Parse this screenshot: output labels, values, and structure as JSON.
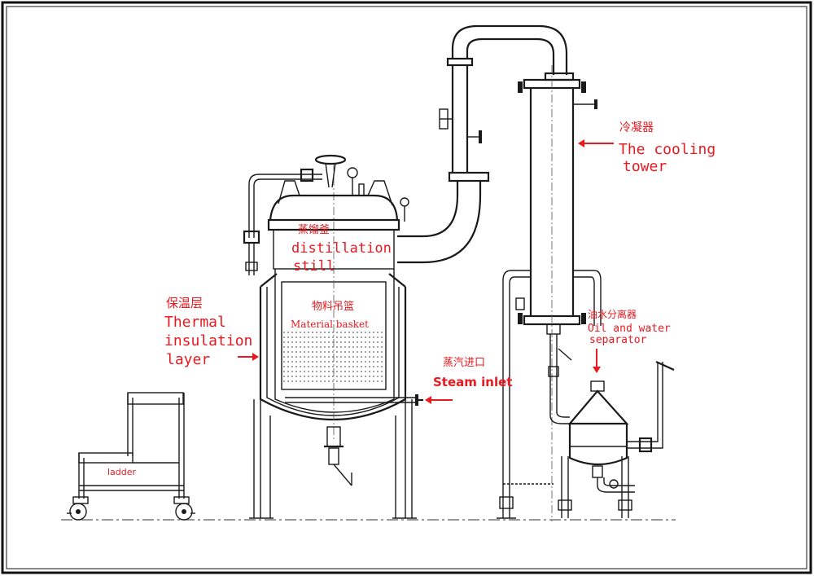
{
  "labels": {
    "still_cn": "蒸馏釜",
    "still_en_1": "distillation",
    "still_en_2": "still",
    "basket_cn": "物料吊篮",
    "basket_en": "Material basket",
    "insulation_cn": "保温层",
    "insulation_en_1": "Thermal",
    "insulation_en_2": "insulation",
    "insulation_en_3": "layer",
    "steam_cn": "蒸汽进口",
    "steam_en": "Steam inlet",
    "cooling_cn": "冷凝器",
    "cooling_en_1": "The cooling",
    "cooling_en_2": "tower",
    "separator_cn": "油水分离器",
    "separator_en_1": "Oil and water",
    "separator_en_2": "separator",
    "ladder": "ladder"
  },
  "colors": {
    "label": "#e8191f",
    "line": "#1a1a1a"
  }
}
